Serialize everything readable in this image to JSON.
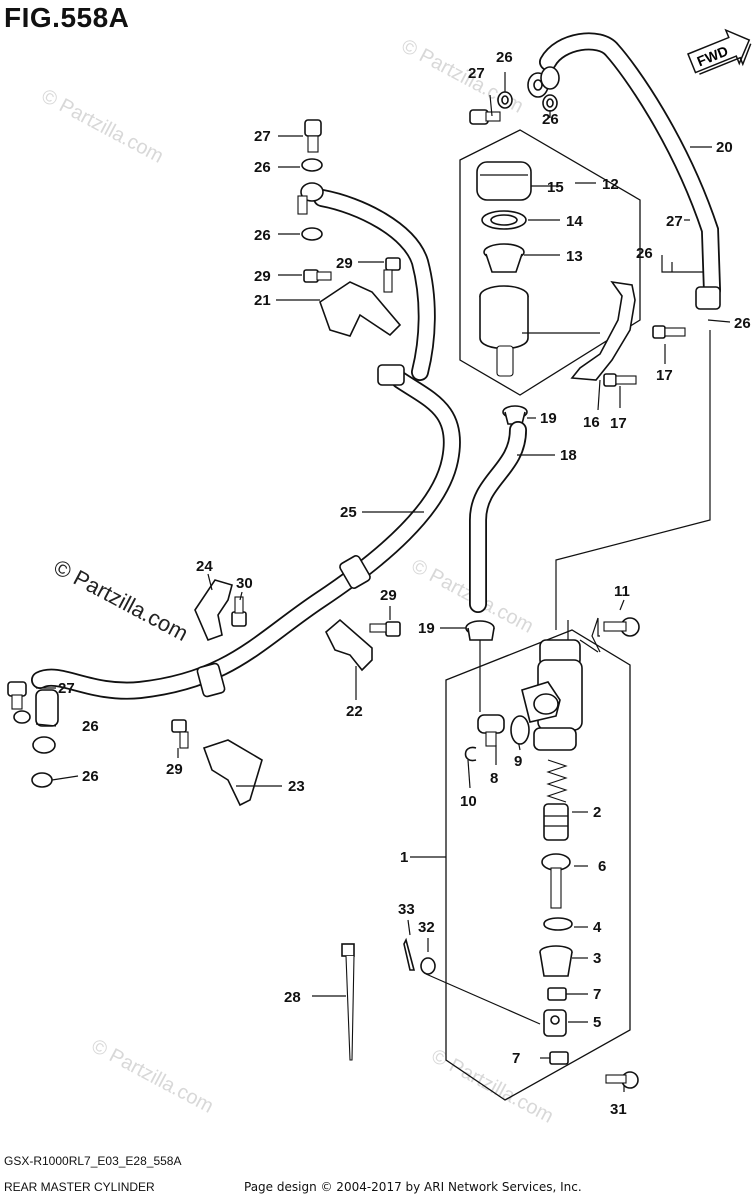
{
  "figure": {
    "title": "FIG.558A",
    "fwd_label": "FWD",
    "diagram_code": "GSX-R1000RL7_E03_E28_558A",
    "diagram_name": "REAR MASTER CYLINDER",
    "credit": "Page design © 2004-2017 by ARI Network Services, Inc."
  },
  "watermark": "© Partzilla.com",
  "callouts": {
    "c1": "1",
    "c2": "2",
    "c3": "3",
    "c4": "4",
    "c5": "5",
    "c6": "6",
    "c7a": "7",
    "c7b": "7",
    "c8": "8",
    "c9": "9",
    "c10": "10",
    "c11": "11",
    "c12": "12",
    "c13": "13",
    "c14": "14",
    "c15": "15",
    "c16": "16",
    "c17a": "17",
    "c17b": "17",
    "c18": "18",
    "c19a": "19",
    "c19b": "19",
    "c20": "20",
    "c21": "21",
    "c22": "22",
    "c23": "23",
    "c24": "24",
    "c25": "25",
    "c26a": "26",
    "c26b": "26",
    "c26c": "26",
    "c26d": "26",
    "c26e": "26",
    "c26f": "26",
    "c26g": "26",
    "c26h": "26",
    "c27a": "27",
    "c27b": "27",
    "c27c": "27",
    "c27d": "27",
    "c28": "28",
    "c29a": "29",
    "c29b": "29",
    "c29c": "29",
    "c29d": "29",
    "c30": "30",
    "c31": "31",
    "c32": "32",
    "c33": "33"
  }
}
